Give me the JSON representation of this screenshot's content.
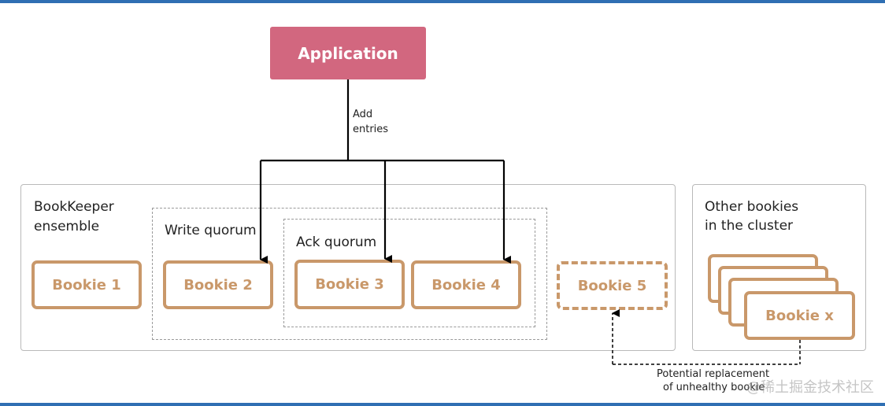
{
  "application": {
    "label": "Application"
  },
  "edge_labels": {
    "add_entries_line1": "Add",
    "add_entries_line2": "entries",
    "replacement_line1": "Potential replacement",
    "replacement_line2": "of unhealthy bookie"
  },
  "ensemble": {
    "title_line1": "BookKeeper",
    "title_line2": "ensemble",
    "write_quorum": "Write quorum",
    "ack_quorum": "Ack quorum",
    "bookies": [
      "Bookie 1",
      "Bookie 2",
      "Bookie 3",
      "Bookie 4",
      "Bookie 5"
    ]
  },
  "cluster": {
    "title_line1": "Other bookies",
    "title_line2": "in the cluster",
    "bookie_x": "Bookie x"
  },
  "watermark": "@稀土掘金技术社区",
  "colors": {
    "application_fill": "#d2677f",
    "bookie_border": "#c9986a",
    "panel_border": "#b9b9b9",
    "arrow": "#000000"
  }
}
